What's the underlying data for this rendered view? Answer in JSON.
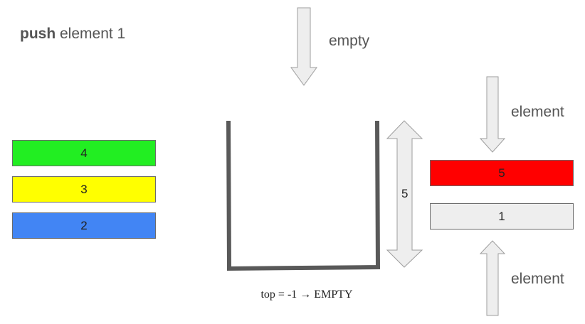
{
  "instruction": {
    "keyword": "push",
    "rest": " element 1"
  },
  "queue": [
    {
      "value": "4",
      "color": "#22ee22"
    },
    {
      "value": "3",
      "color": "#ffff00"
    },
    {
      "value": "2",
      "color": "#4285f4"
    }
  ],
  "stack": {
    "capacity": "5",
    "top_label": "top",
    "top_value": "-1",
    "state": "EMPTY",
    "status_text": "top = -1 → EMPTY"
  },
  "incoming": {
    "label": "empty"
  },
  "capacity_block": {
    "value": "5",
    "color": "#ff0000"
  },
  "current_element": {
    "value": "1",
    "color": "#eeeeee"
  },
  "element_labels": {
    "top": "element",
    "bottom": "element"
  },
  "colors": {
    "stack_wall": "#595959",
    "arrow_fill": "#eeeeee",
    "arrow_stroke": "#9e9e9e"
  }
}
